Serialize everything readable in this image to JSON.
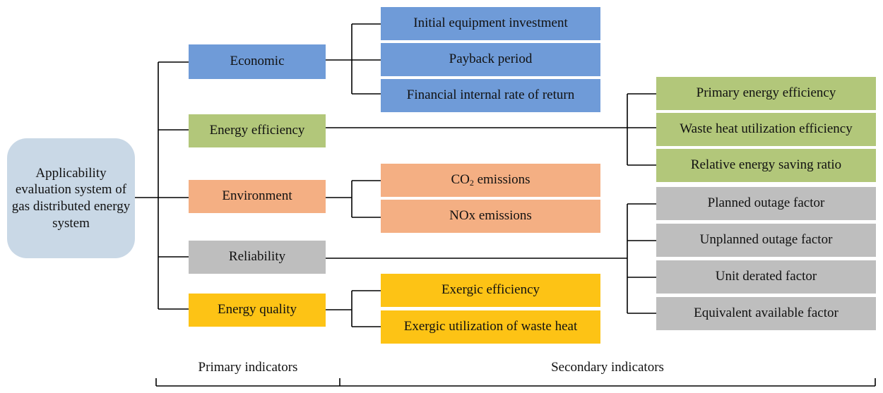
{
  "root": {
    "label": "Applicability evaluation system of gas distributed energy system"
  },
  "primary": {
    "economic": "Economic",
    "energy_efficiency": "Energy efficiency",
    "environment": "Environment",
    "reliability": "Reliability",
    "energy_quality": "Energy quality"
  },
  "secondary": {
    "economic": [
      "Initial equipment investment",
      "Payback period",
      "Financial internal rate of return"
    ],
    "energy_efficiency": [
      "Primary energy efficiency",
      "Waste heat utilization efficiency",
      "Relative energy saving ratio"
    ],
    "environment": {
      "co2_main": "CO",
      "co2_sub": "2",
      "co2_rest": " emissions",
      "nox": "NOx emissions"
    },
    "reliability": [
      "Planned outage factor",
      "Unplanned outage factor",
      "Unit derated factor",
      "Equivalent available factor"
    ],
    "energy_quality": [
      "Exergic efficiency",
      "Exergic utilization of waste heat"
    ]
  },
  "axis": {
    "primary_label": "Primary indicators",
    "secondary_label": "Secondary indicators"
  },
  "colors": {
    "blue": "#6f9bd8",
    "green": "#b2c77a",
    "orange": "#f4af83",
    "gray": "#bebebe",
    "yellow": "#fdc315",
    "root": "#c9d8e6"
  }
}
